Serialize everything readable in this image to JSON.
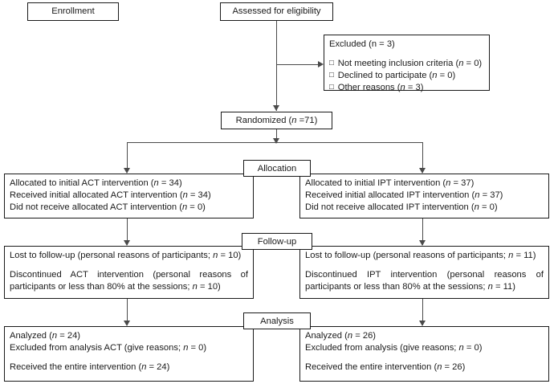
{
  "diagram": {
    "title": "CONSORT participant flow diagram",
    "line_color": "#4a4a4a",
    "border_color": "#1a1a1a",
    "background": "#ffffff"
  },
  "stages": {
    "enrollment": "Enrollment",
    "allocation": "Allocation",
    "followup": "Follow-up",
    "analysis": "Analysis"
  },
  "enrollment": {
    "assessed": "Assessed for eligibility",
    "excluded_heading": "Excluded (n = 3)",
    "excluded_items": [
      {
        "text": "Not meeting inclusion criteria (",
        "n_label": "n",
        "n_value": " = 0)"
      },
      {
        "text": "Declined to participate (",
        "n_label": "n",
        "n_value": " = 0)"
      },
      {
        "text": "Other reasons (",
        "n_label": "n",
        "n_value": " = 3)"
      }
    ],
    "randomized_text": "Randomized (",
    "randomized_n": "n",
    "randomized_value": " =71)"
  },
  "allocation": {
    "left": {
      "lines": [
        {
          "text": "Allocated to initial ACT intervention (",
          "n_label": "n",
          "n_value": " = 34)"
        },
        {
          "text": "Received initial allocated ACT intervention (",
          "n_label": "n",
          "n_value": " = 34)"
        },
        {
          "text": "Did not receive allocated ACT intervention (",
          "n_label": "n",
          "n_value": " = 0)"
        }
      ]
    },
    "right": {
      "lines": [
        {
          "text": "Allocated to initial IPT intervention (",
          "n_label": "n",
          "n_value": " = 37)"
        },
        {
          "text": "Received initial allocated IPT intervention (",
          "n_label": "n",
          "n_value": " = 37)"
        },
        {
          "text": "Did not receive allocated IPT intervention (",
          "n_label": "n",
          "n_value": " = 0)"
        }
      ]
    }
  },
  "followup": {
    "left": {
      "lost_text": "Lost to follow-up (personal reasons of participants; ",
      "lost_n": "n",
      "lost_value": " = 10)",
      "disc_text": "Discontinued ACT intervention (personal reasons of participants or less than 80% at the sessions; ",
      "disc_n": "n",
      "disc_value": " = 10)"
    },
    "right": {
      "lost_text": "Lost to follow-up (personal reasons of participants; ",
      "lost_n": "n",
      "lost_value": " = 11)",
      "disc_text": "Discontinued IPT intervention (personal reasons of participants or less than 80% at the sessions; ",
      "disc_n": "n",
      "disc_value": " = 11)"
    }
  },
  "analysis": {
    "left": {
      "analyzed_text": "Analyzed (",
      "analyzed_n": "n",
      "analyzed_value": " = 24)",
      "excluded_text": "Excluded from analysis ACT (give reasons; ",
      "excluded_n": "n",
      "excluded_value": " = 0)",
      "received_text": "Received the entire intervention (",
      "received_n": "n",
      "received_value": " = 24)"
    },
    "right": {
      "analyzed_text": "Analyzed (",
      "analyzed_n": "n",
      "analyzed_value": " = 26)",
      "excluded_text": "Excluded from analysis (give reasons; ",
      "excluded_n": "n",
      "excluded_value": " = 0)",
      "received_text": "Received the entire intervention (",
      "received_n": "n",
      "received_value": " = 26)"
    }
  }
}
